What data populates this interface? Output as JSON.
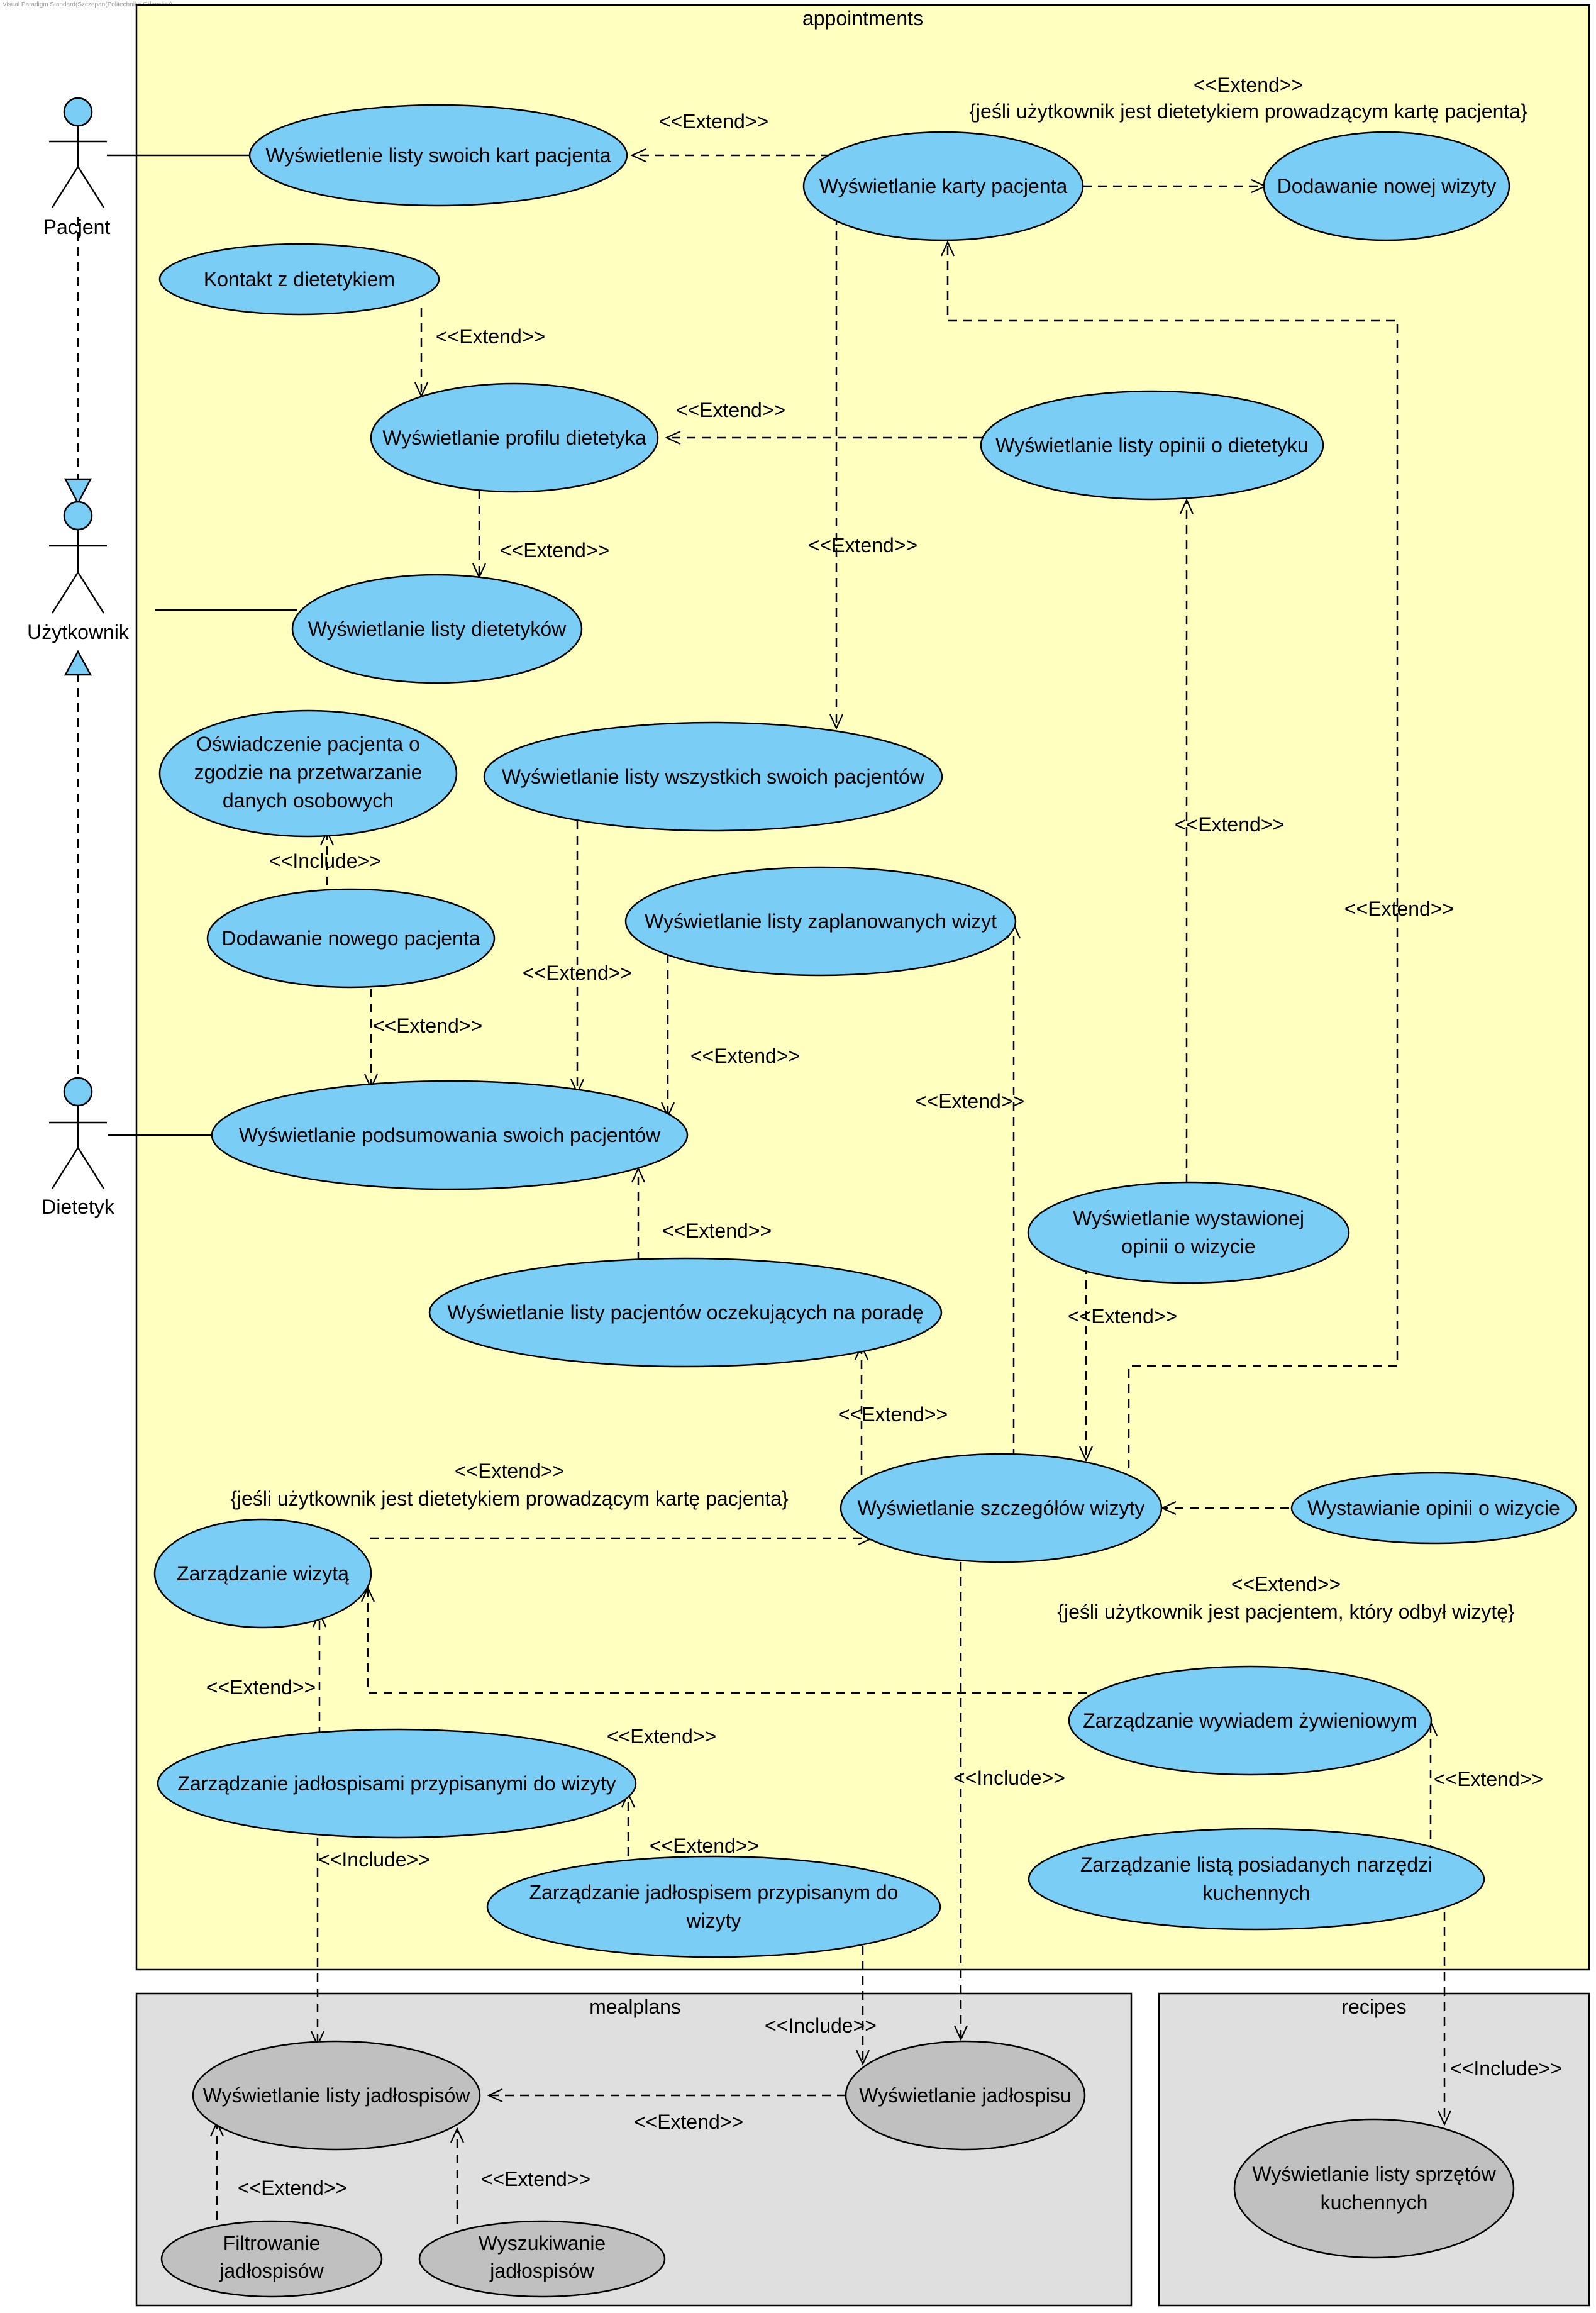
{
  "watermark": "Visual Paradigm Standard(Szczepan(Politechnika Gdanska))",
  "packages": {
    "appointments": {
      "title": "appointments",
      "fill": "#ffffc0"
    },
    "mealplans": {
      "title": "mealplans",
      "fill": "#dfdfdf"
    },
    "recipes": {
      "title": "recipes",
      "fill": "#dfdfdf"
    }
  },
  "colors": {
    "usecase_blue": "#7acdf4",
    "usecase_grey": "#c0c0c0",
    "stroke": "#000000"
  },
  "actors": {
    "pacjent": "Pacjent",
    "uzytkownik": "Użytkownik",
    "dietetyk": "Dietetyk"
  },
  "use_cases": {
    "lista_kart": "Wyświetlenie listy swoich kart pacjenta",
    "karta_pacjenta": "Wyświetlanie karty pacjenta",
    "nowa_wizyta": "Dodawanie nowej wizyty",
    "kontakt": "Kontakt z dietetykiem",
    "profil_dietetyka": "Wyświetlanie profilu dietetyka",
    "lista_opinii": "Wyświetlanie listy opinii o dietetyku",
    "lista_dietetykow": "Wyświetlanie listy dietetyków",
    "oswiadczenie": [
      "Oświadczenie pacjenta o",
      "zgodzie na przetwarzanie",
      "danych osobowych"
    ],
    "lista_pacjentow": "Wyświetlanie listy wszystkich swoich pacjentów",
    "nowy_pacjent": "Dodawanie nowego pacjenta",
    "zaplanowane_wizyty": "Wyświetlanie listy zaplanowanych wizyt",
    "podsumowanie": "Wyświetlanie podsumowania swoich pacjentów",
    "wystawiona_opinia": [
      "Wyświetlanie wystawionej",
      "opinii o wizycie"
    ],
    "oczekujacy": "Wyświetlanie listy pacjentów oczekujących na poradę",
    "szczegoly_wizyty": "Wyświetlanie szczegółów wizyty",
    "wystawianie_opinii": "Wystawianie opinii o wizycie",
    "zarzadzanie_wizyta": "Zarządzanie wizytą",
    "wywiad": "Zarządzanie wywiadem żywieniowym",
    "jadlospisy_wizyty": "Zarządzanie jadłospisami przypisanymi do wizyty",
    "narzedzia": [
      "Zarządzanie listą posiadanych narzędzi",
      "kuchennych"
    ],
    "jadlospis_wizyty": [
      "Zarządzanie jadłospisem przypisanym do",
      "wizyty"
    ],
    "lista_jadlospisow": "Wyświetlanie listy jadłospisów",
    "jadlospis": "Wyświetlanie jadłospisu",
    "filtrowanie": [
      "Filtrowanie",
      "jadłospisów"
    ],
    "wyszukiwanie": [
      "Wyszukiwanie",
      "jadłospisów"
    ],
    "sprzety": [
      "Wyświetlanie listy sprzętów",
      "kuchennych"
    ]
  },
  "labels": {
    "extend": "<<Extend>>",
    "include": "<<Include>>",
    "cond_dietetyk": "{jeśli użytkownik jest dietetykiem prowadzącym kartę pacjenta}",
    "cond_pacjent": "{jeśli użytkownik jest pacjentem, który odbył wizytę}"
  }
}
